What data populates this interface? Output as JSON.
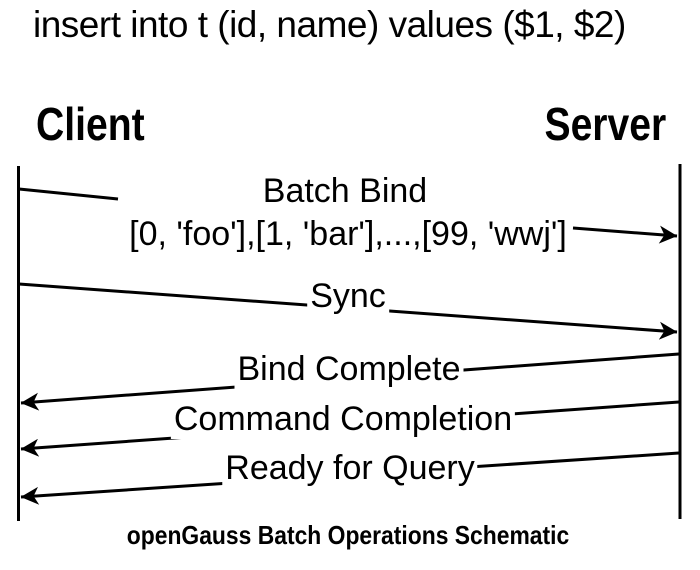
{
  "title": "insert into t (id, name) values ($1, $2)",
  "actors": {
    "client": "Client",
    "server": "Server"
  },
  "messages": [
    {
      "label": "Batch Bind",
      "detail": "[0, 'foo'],[1, 'bar'],...,[99, 'wwj']",
      "from": "Client",
      "to": "Server",
      "direction": "right"
    },
    {
      "label": "Sync",
      "from": "Client",
      "to": "Server",
      "direction": "right"
    },
    {
      "label": "Bind Complete",
      "from": "Server",
      "to": "Client",
      "direction": "left"
    },
    {
      "label": "Command Completion",
      "from": "Server",
      "to": "Client",
      "direction": "left"
    },
    {
      "label": "Ready for Query",
      "from": "Server",
      "to": "Client",
      "direction": "left"
    }
  ],
  "caption": "openGauss Batch Operations Schematic",
  "colors": {
    "ink": "#000000",
    "background": "#ffffff"
  }
}
